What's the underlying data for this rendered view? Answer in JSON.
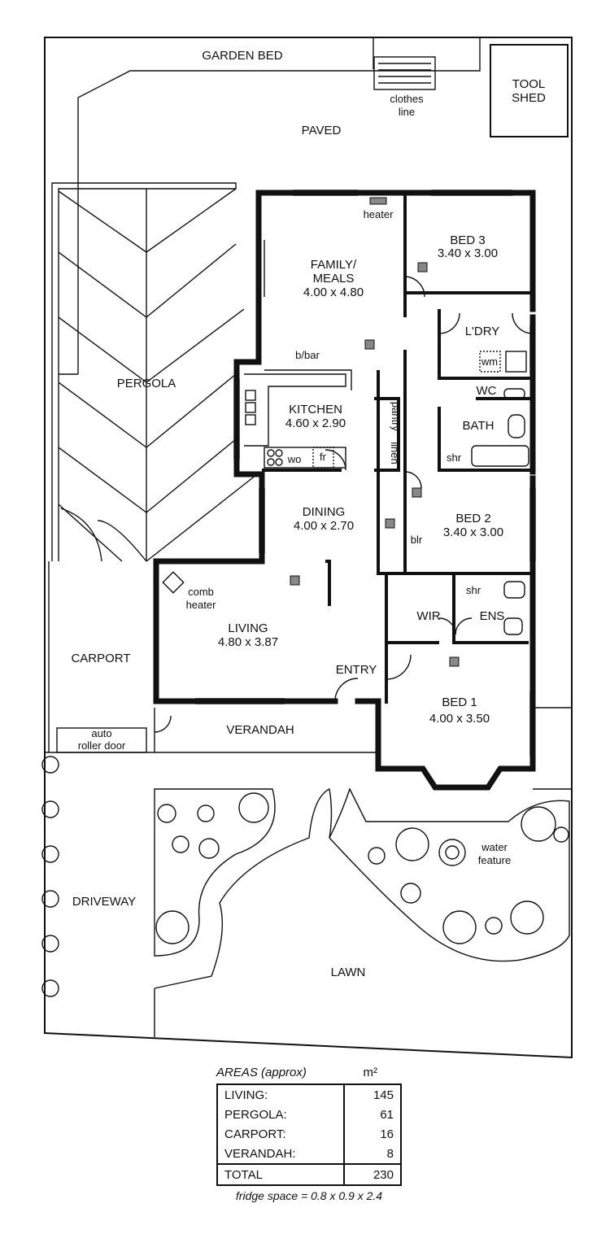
{
  "labels": {
    "garden_bed": "GARDEN BED",
    "clothes_line_1": "clothes",
    "clothes_line_2": "line",
    "tool_shed_1": "TOOL",
    "tool_shed_2": "SHED",
    "paved": "PAVED",
    "heater": "heater",
    "family_1": "FAMILY/",
    "family_2": "MEALS",
    "family_dim": "4.00 x 4.80",
    "bed3": "BED 3",
    "bed3_dim": "3.40 x 3.00",
    "ldry": "L'DRY",
    "wm": "wm",
    "wc": "WC",
    "bath": "BATH",
    "shr": "shr",
    "pantry": "pantry",
    "linen": "linen",
    "bbar": "b/bar",
    "kitchen": "KITCHEN",
    "kitchen_dim": "4.60 x 2.90",
    "wo": "wo",
    "fr": "fr",
    "pergola": "PERGOLA",
    "dining": "DINING",
    "dining_dim": "4.00 x 2.70",
    "blr": "blr",
    "bed2": "BED 2",
    "bed2_dim": "3.40 x 3.00",
    "comb_1": "comb",
    "comb_2": "heater",
    "living": "LIVING",
    "living_dim": "4.80 x 3.87",
    "wir": "WIR",
    "ens": "ENS",
    "shr2": "shr",
    "entry": "ENTRY",
    "bed1": "BED 1",
    "bed1_dim": "4.00 x 3.50",
    "carport": "CARPORT",
    "auto_1": "auto",
    "auto_2": "roller door",
    "verandah": "VERANDAH",
    "water_1": "water",
    "water_2": "feature",
    "driveway": "DRIVEWAY",
    "lawn": "LAWN"
  },
  "areas": {
    "title": "AREAS (approx)",
    "unit": "m²",
    "rows": [
      {
        "name": "LIVING:",
        "value": "145"
      },
      {
        "name": "PERGOLA:",
        "value": "61"
      },
      {
        "name": "CARPORT:",
        "value": "16"
      },
      {
        "name": "VERANDAH:",
        "value": "8"
      }
    ],
    "total_label": "TOTAL",
    "total_value": "230",
    "footnote": "fridge space = 0.8 x 0.9 x 2.4"
  }
}
